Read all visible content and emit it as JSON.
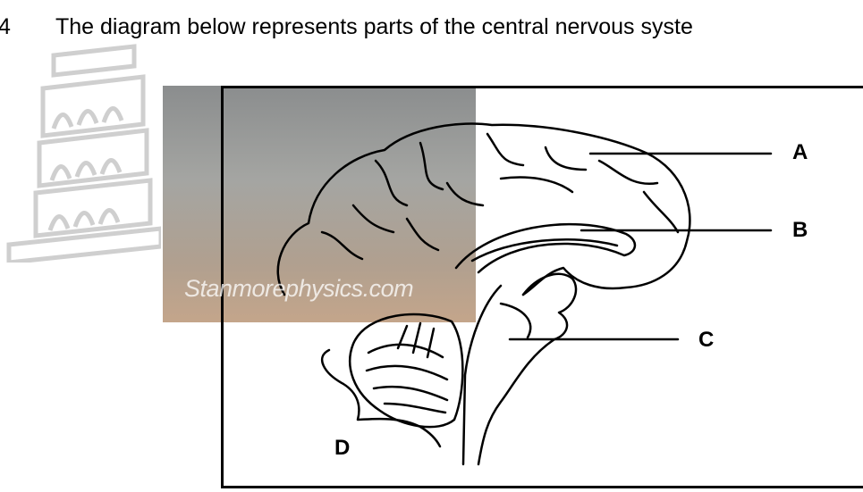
{
  "question": {
    "number": "4",
    "text": "The diagram below represents parts of the central nervous syste"
  },
  "watermark": {
    "text": "Stanmorephysics.com"
  },
  "labels": {
    "a": "A",
    "b": "B",
    "c": "C",
    "d": "D"
  }
}
